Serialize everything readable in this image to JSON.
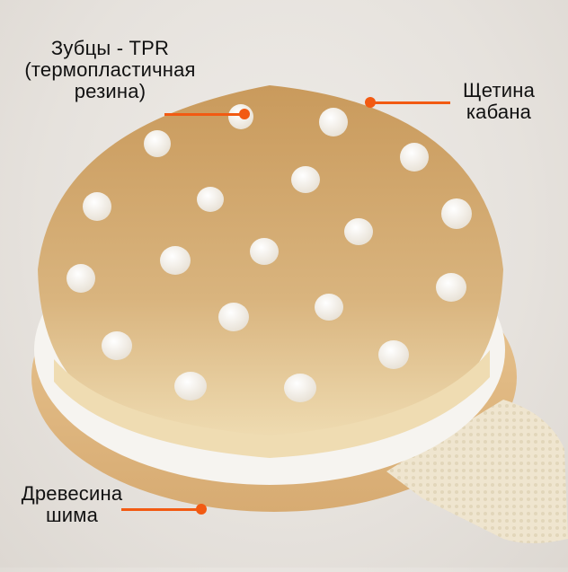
{
  "image": {
    "subject": "Round dry body brush with boar bristles, TPR massage nubs, wooden base and cotton strap",
    "colors": {
      "background": "#e9e5e0",
      "bristles": "#d8b47c",
      "bristle_tips": "#efdcb2",
      "nubs": "#f6f2ea",
      "plastic_rim": "#f5f3ef",
      "wood": "#e2bd8a",
      "strap": "#efe5cf",
      "pointer": "#f25a12",
      "text": "#111111"
    }
  },
  "annotations": {
    "tpr_nubs": {
      "lines": [
        "Зубцы - TPR",
        "(термопластичная",
        "резина)"
      ]
    },
    "boar_bristle": {
      "lines": [
        "Щетина",
        "кабана"
      ]
    },
    "wood": {
      "lines": [
        "Древесина",
        "шима"
      ]
    }
  }
}
